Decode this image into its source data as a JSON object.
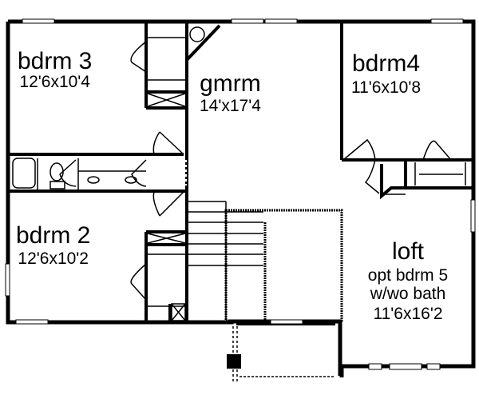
{
  "rooms": {
    "bdrm3": {
      "name": "bdrm 3",
      "size": "12'6x10'4"
    },
    "gmrm": {
      "name": "gmrm",
      "size": "14'x17'4"
    },
    "bdrm4": {
      "name": "bdrm4",
      "size": "11'6x10'8"
    },
    "bdrm2": {
      "name": "bdrm 2",
      "size": "12'6x10'2"
    },
    "loft": {
      "name": "loft",
      "note1": "opt bdrm 5",
      "note2": "w/wo bath",
      "size": "11'6x16'2"
    }
  }
}
